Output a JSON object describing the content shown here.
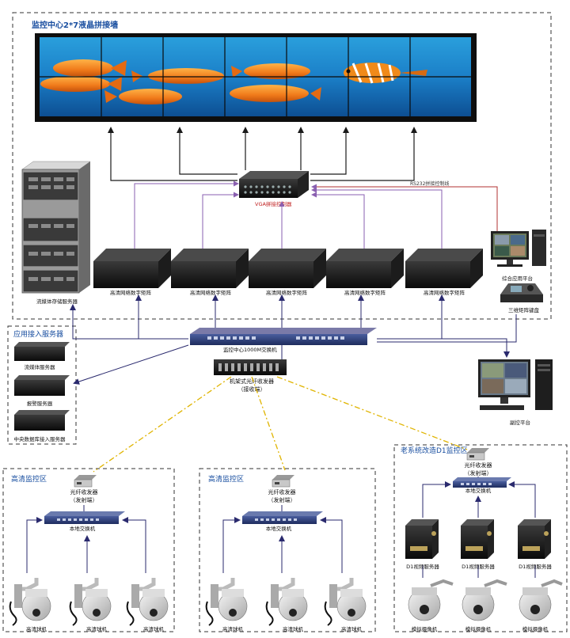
{
  "center": {
    "title": "监控中心2*7液晶拼接墙",
    "vga_controller": "VGA拼接控制器",
    "rs232_label": "RS232拼接控制线",
    "storage_server": "流媒体存储服务器",
    "matrix_label": "高清网络数字矩阵",
    "main_console": "综合应用平台",
    "keyboard": "三维矩阵键盘",
    "core_switch": "监控中心1000M交换机",
    "fiber_receiver_l1": "机架式光纤收发器",
    "fiber_receiver_l2": "（接收端）",
    "sub_console": "副控平台"
  },
  "app_servers": {
    "title": "应用接入服务器",
    "items": [
      "流媒体服务器",
      "报警服务器",
      "中央数据库接入服务器"
    ]
  },
  "hd_zones": [
    {
      "title": "高清监控区",
      "transceiver_l1": "光纤收发器",
      "transceiver_l2": "（发射端）",
      "switch": "本地交换机",
      "cameras": [
        "高清球机",
        "高清球机",
        "高清球机"
      ]
    },
    {
      "title": "高清监控区",
      "transceiver_l1": "光纤收发器",
      "transceiver_l2": "（发射端）",
      "switch": "本地交换机",
      "cameras": [
        "高清球机",
        "高清球机",
        "高清球机"
      ]
    }
  ],
  "legacy_zone": {
    "title": "老系统改造D1监控区",
    "transceiver_l1": "光纤收发器",
    "transceiver_l2": "（发射端）",
    "switch": "本地交换机",
    "encoders": [
      "D1视频服务器",
      "D1视频服务器",
      "D1视频服务器"
    ],
    "cameras": [
      "模拟摄像机",
      "模拟摄像机",
      "模拟摄像机"
    ]
  },
  "colors": {
    "dash": "#333333",
    "video_line": "#1a1a1a",
    "control_line": "#8a5fb0",
    "rs232_line": "#b03030",
    "network_line": "#2a2a6e",
    "fiber_line": "#e0b400",
    "title_text": "#1a4fa0"
  }
}
